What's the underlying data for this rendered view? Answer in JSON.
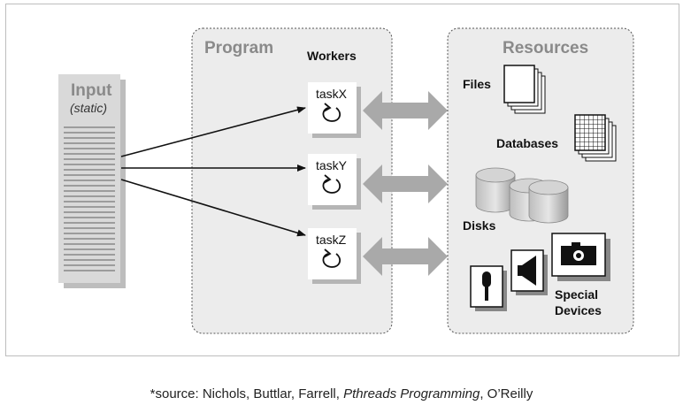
{
  "input": {
    "title": "Input",
    "subtitle": "(static)"
  },
  "program": {
    "title": "Program",
    "workers_label": "Workers",
    "tasks": [
      "taskX",
      "taskY",
      "taskZ"
    ]
  },
  "resources": {
    "title": "Resources",
    "files": "Files",
    "databases": "Databases",
    "disks": "Disks",
    "special_line1": "Special",
    "special_line2": "Devices"
  },
  "caption": {
    "prefix": "*source: Nichols, Buttlar, Farrell, ",
    "book": "Pthreads Programming",
    "suffix": ", O’Reilly"
  }
}
